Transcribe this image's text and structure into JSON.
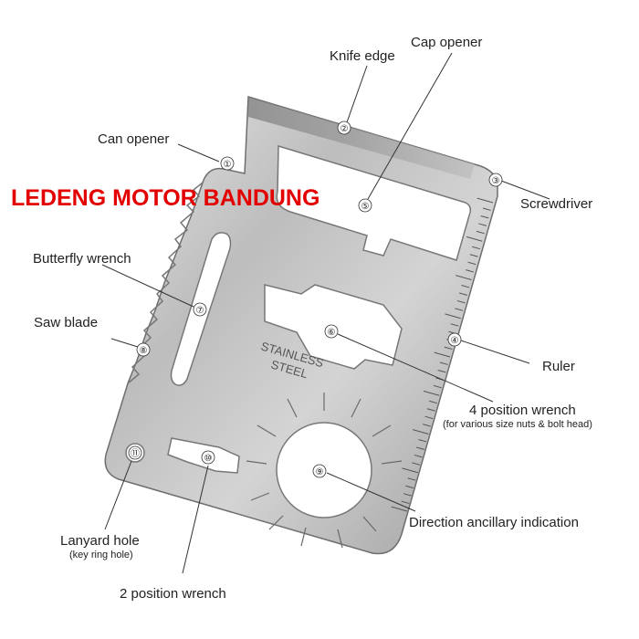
{
  "brand": {
    "text": "LEDENG MOTOR BANDUNG",
    "color": "#e30000"
  },
  "card": {
    "engraving_line1": "STAINLESS",
    "engraving_line2": "STEEL",
    "metal_color": "#c9c9c9"
  },
  "callouts": [
    {
      "num": "①",
      "label": "Can opener"
    },
    {
      "num": "②",
      "label": "Knife edge"
    },
    {
      "num": "③",
      "label": "Screwdriver"
    },
    {
      "num": "④",
      "label": "Ruler"
    },
    {
      "num": "⑤",
      "label": "Cap opener"
    },
    {
      "num": "⑥",
      "label": "4 position wrench",
      "sub": "(for various size nuts & bolt head)"
    },
    {
      "num": "⑦",
      "label": "Butterfly wrench"
    },
    {
      "num": "⑧",
      "label": "Saw blade"
    },
    {
      "num": "⑨",
      "label": "Direction ancillary indication"
    },
    {
      "num": "⑩",
      "label": "2 position wrench"
    },
    {
      "num": "⑪",
      "label": "Lanyard hole",
      "sub": "(key ring hole)"
    }
  ]
}
